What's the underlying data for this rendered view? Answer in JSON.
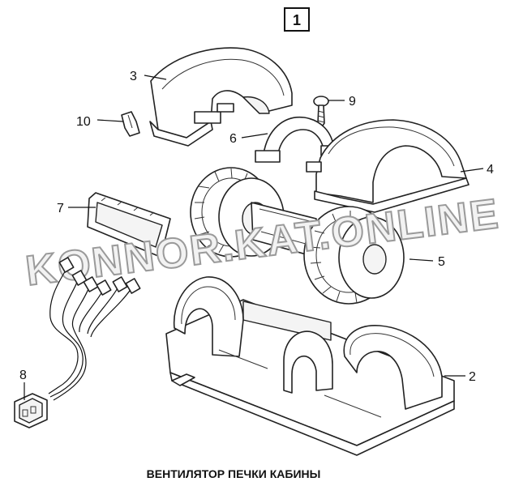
{
  "badge": "1",
  "caption": "ВЕНТИЛЯТОР ПЕЧКИ КАБИНЫ",
  "watermark": "KONNOR.KAT.ONLINE",
  "callouts": {
    "c1": "1",
    "c2": "2",
    "c3": "3",
    "c4": "4",
    "c5": "5",
    "c6": "6",
    "c7": "7",
    "c8": "8",
    "c9": "9",
    "c10": "10"
  }
}
